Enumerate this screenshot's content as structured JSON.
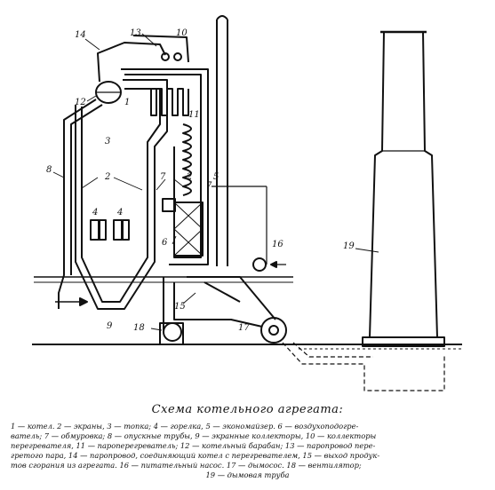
{
  "labels": {
    "l1": "1",
    "l2": "2",
    "l3": "3",
    "l4a": "4",
    "l4b": "4",
    "l5": "5",
    "l6": "6",
    "l7a": "7",
    "l7b": "7",
    "l8": "8",
    "l9": "9",
    "l10": "10",
    "l11": "11",
    "l12": "12",
    "l13": "13",
    "l14": "14",
    "l15": "15",
    "l16": "16",
    "l17": "17",
    "l18": "18",
    "l19": "19",
    "l2b": "2"
  },
  "caption": {
    "title": "Схема котельного агрегата:",
    "lines": [
      "1 — котел. 2 — экраны, 3 — топка; 4 — горелка, 5 — экономайзер. 6 — воздухоподогре-",
      "ватель; 7 — обмуровка; 8 — опускные трубы, 9 — экранные коллекторы, 10 — коллекторы",
      "перегревателя, 11 — пароперегреватель; 12 — котельный барабан; 13 — паропровод пере-",
      "гретого пара, 14 — паропровод, соединяющий котел с перегревателем, 15 — выход продук-",
      "тов сгорания из агрегата. 16 — питательный насос. 17 — дымосос. 18 — вентилятор;",
      "19 — дымовая труба"
    ]
  }
}
